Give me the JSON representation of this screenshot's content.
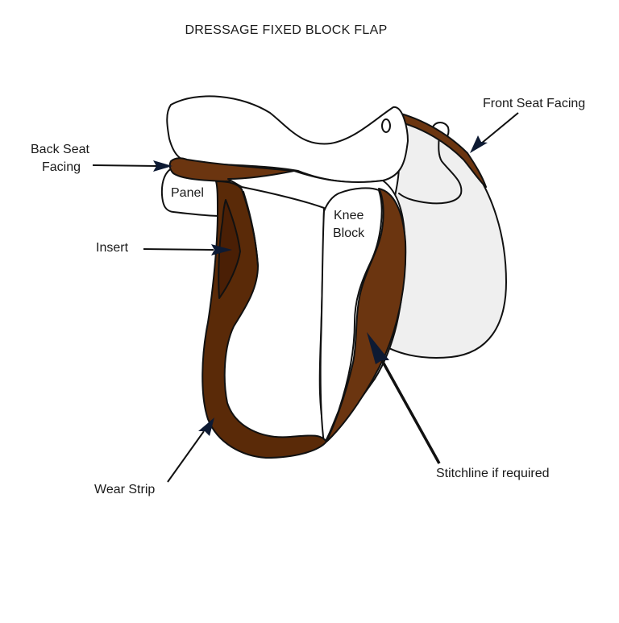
{
  "title": "DRESSAGE FIXED BLOCK FLAP",
  "labels": {
    "back_seat_facing_line1": "Back Seat",
    "back_seat_facing_line2": "Facing",
    "panel": "Panel",
    "insert": "Insert",
    "knee_block_line1": "Knee",
    "knee_block_line2": "Block",
    "front_seat_facing": "Front Seat Facing",
    "wear_strip": "Wear Strip",
    "stitchline": "Stitchline if required"
  },
  "colors": {
    "leather_brown": "#6b3510",
    "dark_brown": "#4a1f05",
    "seat_white": "#ffffff",
    "panel_light_gray": "#efefef",
    "arrow_navy": "#0d1a33"
  }
}
